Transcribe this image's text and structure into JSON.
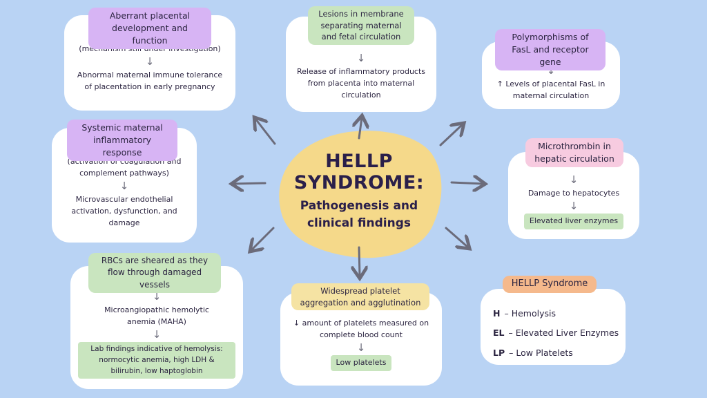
{
  "center": {
    "title_line1": "HELLP",
    "title_line2": "SYNDROME:",
    "subtitle_line1": "Pathogenesis and",
    "subtitle_line2": "clinical findings"
  },
  "aberrant": {
    "header": "Aberrant placental development and function",
    "note": "(mechanism still under investigation)",
    "result": "Abnormal maternal immune tolerance of placentation in early pregnancy"
  },
  "lesions": {
    "header": "Lesions in membrane separating maternal and fetal circulation",
    "result": "Release of inflammatory products from placenta into maternal circulation"
  },
  "fasl": {
    "header": "Polymorphisms of FasL and receptor gene",
    "result": "↑ Levels of placental FasL in maternal circulation"
  },
  "systemic": {
    "header": "Systemic maternal inflammatory response",
    "note": "(activation of coagulation and complement pathways)",
    "result": "Microvascular endothelial activation, dysfunction, and damage"
  },
  "microthrombin": {
    "header": "Microthrombin in hepatic circulation",
    "result": "Damage to hepatocytes",
    "finding": "Elevated liver enzymes"
  },
  "rbc": {
    "header": "RBCs are sheared as they flow through damaged vessels",
    "result": "Microangiopathic hemolytic anemia (MAHA)",
    "finding": "Lab findings indicative of hemolysis: normocytic anemia, high LDH & bilirubin, low haptoglobin"
  },
  "platelet": {
    "header": "Widespread platelet aggregation and agglutination",
    "result": "↓ amount of platelets measured on complete blood count",
    "finding": "Low platelets"
  },
  "key": {
    "header": "HELLP Syndrome",
    "items": [
      {
        "abbr": "H",
        "text": "– Hemolysis"
      },
      {
        "abbr": "EL",
        "text": "– Elevated Liver Enzymes"
      },
      {
        "abbr": "LP",
        "text": "– Low Platelets"
      }
    ]
  },
  "colors": {
    "background": "#b9d3f4",
    "blob": "#f5d98a",
    "arrow": "#6b6b7a",
    "purple": "#d7b4f4",
    "green": "#c9e5bf",
    "pink": "#f7cbe0",
    "yellow": "#f5e3a3",
    "orange": "#f5b98c"
  },
  "icons": {
    "flow_arrow": "down-arrow-icon",
    "radial_arrow": "radial-arrow-icon"
  }
}
